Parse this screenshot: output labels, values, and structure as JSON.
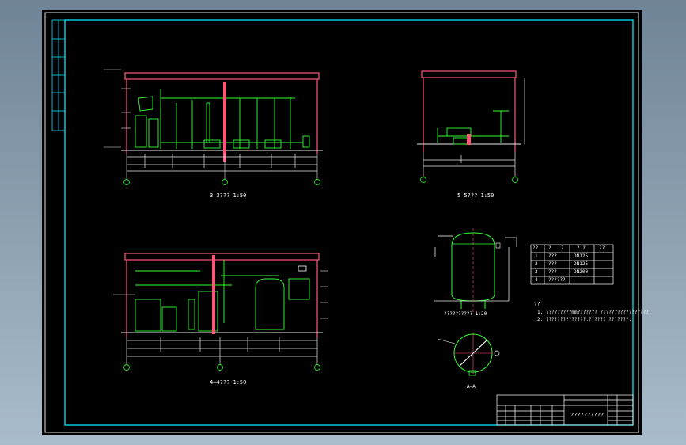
{
  "colors": {
    "frame": "#00e5ff",
    "wall": "#ff5577",
    "equip": "#34ff34",
    "dim": "#e8e8e8",
    "axis": "#20e020",
    "bg": "#000000"
  },
  "views": {
    "top_left": {
      "caption": "3—3??? 1:50"
    },
    "top_right": {
      "caption": "5—5??? 1:50"
    },
    "bottom_left": {
      "caption": "4—4??? 1:50"
    },
    "tank_elevation": {
      "caption": "?????????? 1:20"
    },
    "tank_section": {
      "caption": "A—A"
    }
  },
  "table": {
    "headers": [
      "??",
      "?",
      "?",
      "? ?",
      "??"
    ],
    "rows": [
      [
        "1",
        "???",
        "DN125",
        ""
      ],
      [
        "2",
        "???",
        "DN125",
        ""
      ],
      [
        "3",
        "???",
        "DN200",
        ""
      ],
      [
        "4",
        "??????",
        "",
        ""
      ]
    ]
  },
  "notes": {
    "heading": "??",
    "lines": [
      "1. ?????????mm??????? ?????????????????.",
      "2. ??????????????,?????? ???????."
    ]
  },
  "title_block": {
    "title": "??????????"
  }
}
